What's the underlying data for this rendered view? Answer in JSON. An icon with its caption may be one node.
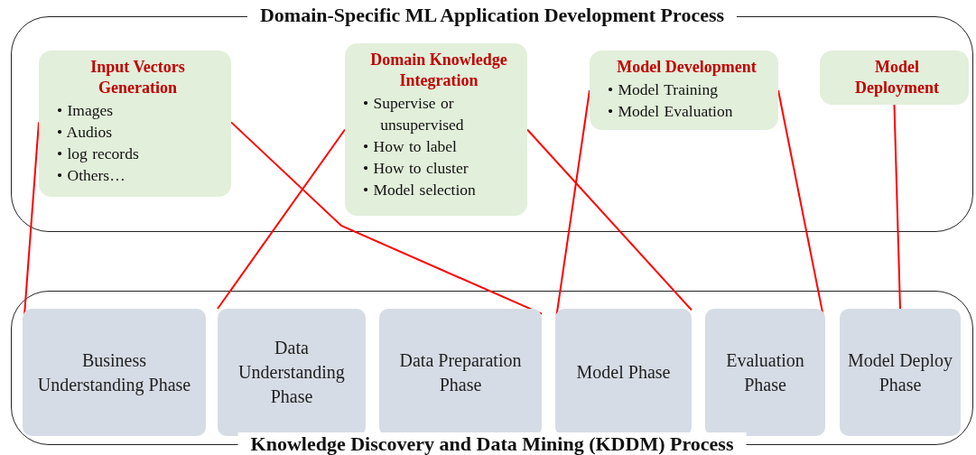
{
  "diagram": {
    "nodes": [
      {
        "text": [
          "Domain-Specific ML Application Development Process"
        ]
      },
      {
        "text": [
          "Input Vectors Generation",
          "• Images",
          "• Audios",
          "• log records",
          "• Others…"
        ],
        "in": 0
      },
      {
        "text": [
          "Domain Knowledge Integration",
          "• Supervise or unsupervised",
          "• How to label",
          "• How to cluster",
          "• Model selection"
        ],
        "in": 0
      },
      {
        "text": [
          "Model Development",
          "• Model Training",
          "• Model Evaluation"
        ],
        "in": 0
      },
      {
        "text": [
          "Model Deployment"
        ],
        "in": 0
      },
      {
        "text": [
          "Knowledge Discovery and Data Mining (KDDM) Process"
        ]
      },
      {
        "text": [
          "Business Understanding Phase"
        ],
        "in": 5
      },
      {
        "text": [
          "Data Understanding Phase"
        ],
        "in": 5
      },
      {
        "text": [
          "Data Preparation Phase"
        ],
        "in": 5
      },
      {
        "text": [
          "Model Phase"
        ],
        "in": 5
      },
      {
        "text": [
          "Evaluation Phase"
        ],
        "in": 5
      },
      {
        "text": [
          "Model Deploy Phase"
        ],
        "in": 5
      }
    ],
    "edges": [
      {
        "from": 1,
        "to": 6,
        "arrow": "none",
        "color": "#ff0000"
      },
      {
        "from": 1,
        "to": 8,
        "arrow": "none",
        "color": "#ff0000"
      },
      {
        "from": 2,
        "to": 7,
        "arrow": "none",
        "color": "#ff0000"
      },
      {
        "from": 2,
        "to": 9,
        "arrow": "none",
        "color": "#ff0000"
      },
      {
        "from": 3,
        "to": 9,
        "arrow": "none",
        "color": "#ff0000"
      },
      {
        "from": 3,
        "to": 10,
        "arrow": "none",
        "color": "#ff0000"
      },
      {
        "from": 4,
        "to": 11,
        "arrow": "none",
        "color": "#ff0000"
      }
    ]
  }
}
